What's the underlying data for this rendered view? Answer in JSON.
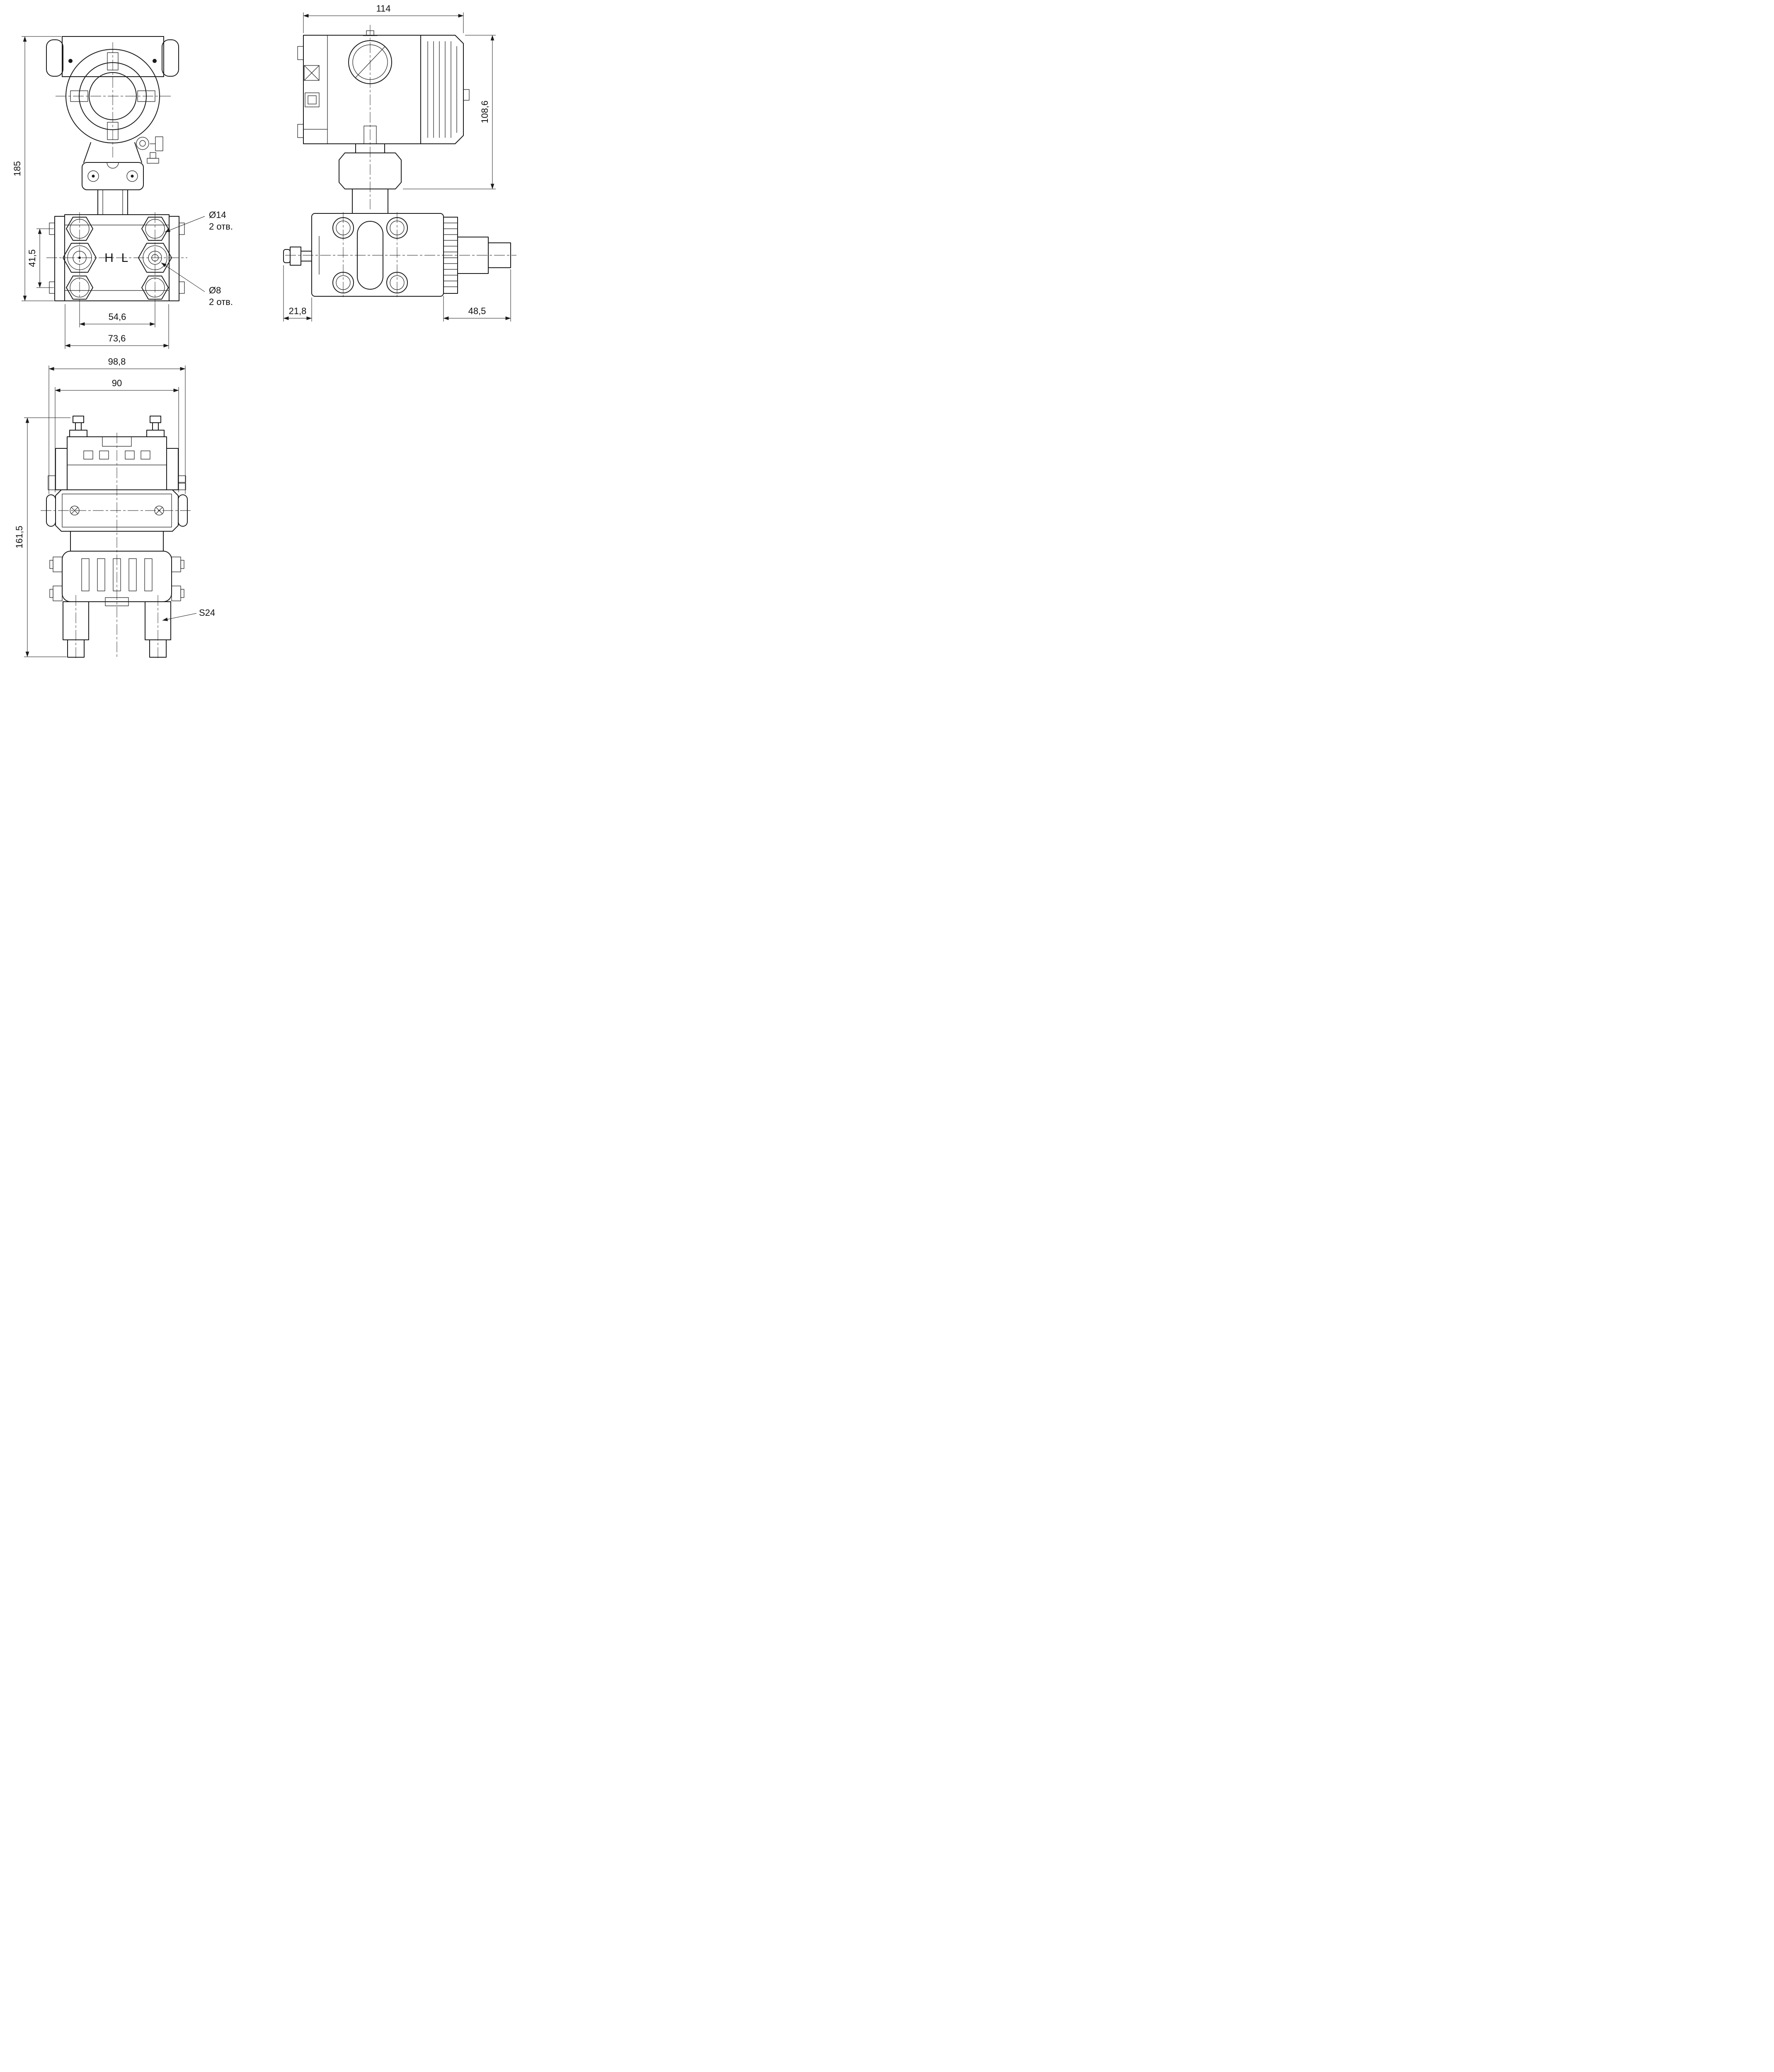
{
  "views": {
    "front": {
      "dim_height": "185",
      "dim_ports": "41,5",
      "dim_holes": "54,6",
      "dim_width": "73,6",
      "hole14": "Ø14",
      "hole14_qty": "2 отв.",
      "hole8": "Ø8",
      "hole8_qty": "2 отв.",
      "port_high": "H",
      "port_low": "L"
    },
    "side": {
      "dim_width": "114",
      "dim_height": "108,6",
      "dim_plug": "21,8",
      "dim_shaft": "48,5"
    },
    "top": {
      "dim_outer": "98,8",
      "dim_body": "90",
      "dim_height": "161,5",
      "wrench": "S24"
    }
  },
  "colors": {
    "line": "#1a1a1a",
    "background": "#ffffff"
  }
}
